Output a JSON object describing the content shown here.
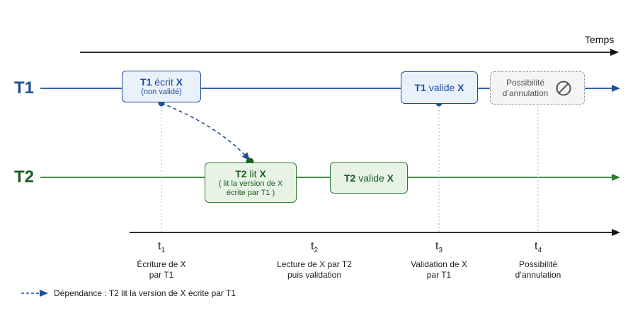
{
  "time_label": "Temps",
  "lanes": {
    "t1": {
      "label": "T1",
      "color": "#1f4e9c"
    },
    "t2": {
      "label": "T2",
      "color": "#2e7d32"
    }
  },
  "boxes": {
    "t1_write": {
      "strong1": "T1",
      "text": " écrit ",
      "strong2": "X",
      "sub": "(non validé)"
    },
    "t1_commit": {
      "strong1": "T1",
      "text": " valide ",
      "strong2": "X"
    },
    "t1_abort": {
      "line1": "Possibilité",
      "line2": "d’annulation"
    },
    "t2_read": {
      "strong1": "T2",
      "text": " lit ",
      "strong2": "X",
      "sub1": "( lit la version de X",
      "sub2": "écrite par T1 )"
    },
    "t2_commit": {
      "strong1": "T2",
      "text": " valide ",
      "strong2": "X"
    }
  },
  "ticks": [
    {
      "base": "t",
      "index": "1",
      "desc1": "Écriture de X",
      "desc2": "par T1"
    },
    {
      "base": "t",
      "index": "2",
      "desc1": "Lecture de X par T2",
      "desc2": "puis validation"
    },
    {
      "base": "t",
      "index": "3",
      "desc1": "Validation de X",
      "desc2": "par T1"
    },
    {
      "base": "t",
      "index": "4",
      "desc1": "Possibilité",
      "desc2": "d’annulation"
    }
  ],
  "legend": {
    "text": "Dépendance : T2 lit la version de X écrite par T1"
  },
  "icons": {
    "abort": "prohibited-icon"
  }
}
